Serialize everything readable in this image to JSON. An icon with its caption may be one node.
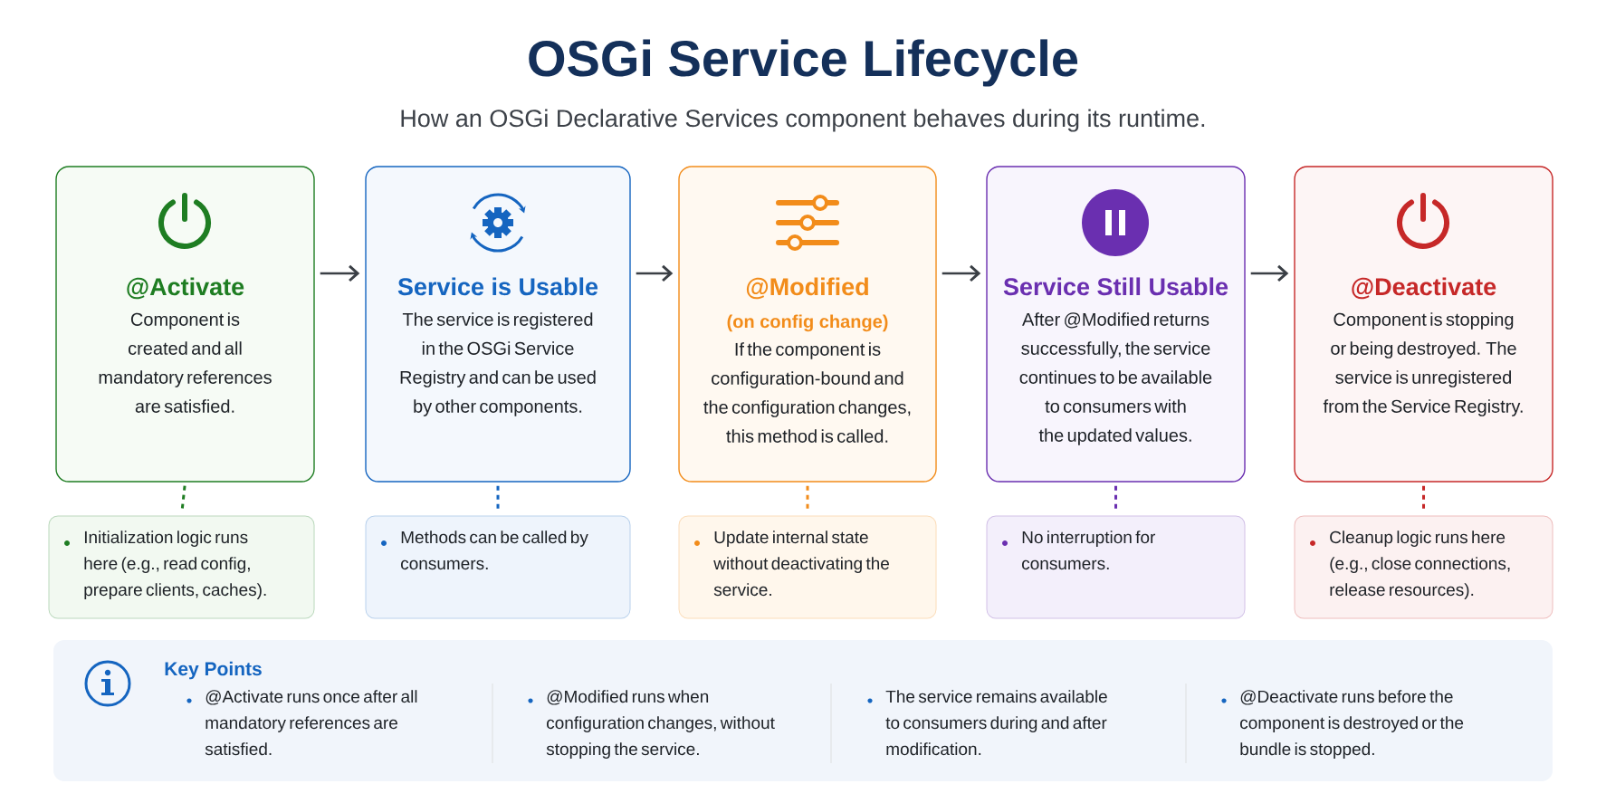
{
  "diagram": {
    "title": "OSGi Service Lifecycle",
    "nodes": [
      {
        "text": [
          "@Activate",
          "Component is created and all mandatory references are satisfied."
        ]
      },
      {
        "text": [
          "Service is Usable",
          "The service is registered in the OSGi Service Registry and can be used by other components."
        ]
      },
      {
        "text": [
          "@Modified",
          "(on config change)",
          "If the component is configuration-bound and the configuration changes, this method is called."
        ]
      },
      {
        "text": [
          "Service Still Usable",
          "After @Modified returns successfully, the service continues to be available to consumers with the updated values."
        ]
      },
      {
        "text": [
          "@Deactivate",
          "Component is stopping or being destroyed. The service is unregistered from the Service Registry."
        ]
      },
      {
        "text": [
          "Initialization logic runs here (e.g., read config, prepare clients, caches)."
        ]
      },
      {
        "text": [
          "Methods can be called by consumers."
        ]
      },
      {
        "text": [
          "Update internal state without deactivating the service."
        ]
      },
      {
        "text": [
          "No interruption for consumers."
        ]
      },
      {
        "text": [
          "Cleanup logic runs here (e.g., close connections, release resources)."
        ]
      },
      {
        "text": [
          "Key Points",
          "@Activate runs once after all mandatory references are satisfied.",
          "@Modified runs when configuration changes, without stopping the service.",
          "The service remains available to consumers during and after modification.",
          "@Deactivate runs before the component is destroyed or the bundle is stopped."
        ]
      }
    ],
    "edges": [
      {
        "from": 0,
        "to": 1,
        "arrow": "to"
      },
      {
        "from": 1,
        "to": 2,
        "arrow": "to"
      },
      {
        "from": 2,
        "to": 3,
        "arrow": "to"
      },
      {
        "from": 3,
        "to": 4,
        "arrow": "to"
      },
      {
        "from": 0,
        "to": 5,
        "arrow": "none",
        "style": "dashed",
        "color": "#1e7d22"
      },
      {
        "from": 1,
        "to": 6,
        "arrow": "none",
        "style": "dashed",
        "color": "#1565c0"
      },
      {
        "from": 2,
        "to": 7,
        "arrow": "none",
        "style": "dashed",
        "color": "#f28c1a"
      },
      {
        "from": 3,
        "to": 8,
        "arrow": "none",
        "style": "dashed",
        "color": "#6a2fb0"
      },
      {
        "from": 4,
        "to": 9,
        "arrow": "none",
        "style": "dashed",
        "color": "#c62828"
      }
    ],
    "labels": [
      "How an OSGi Declarative Services component behaves during its runtime."
    ]
  }
}
